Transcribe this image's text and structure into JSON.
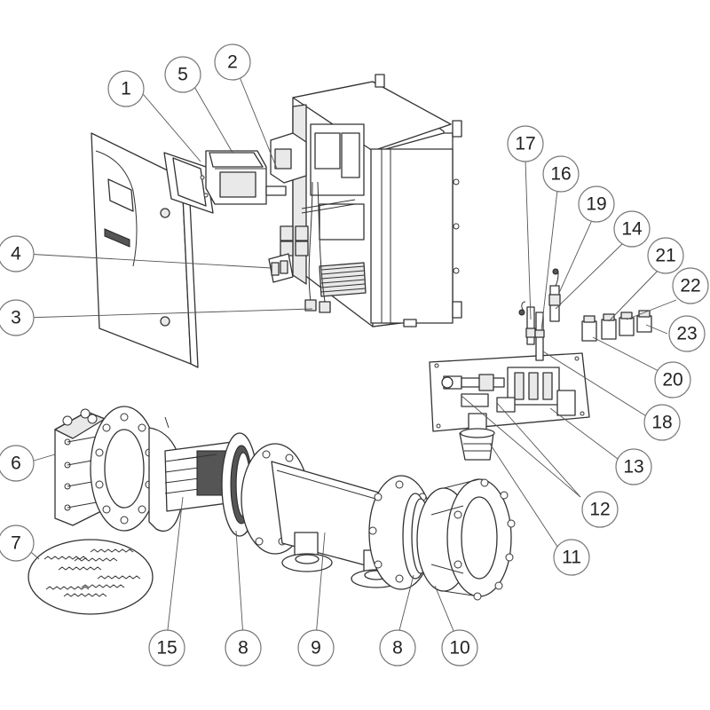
{
  "diagram": {
    "callouts": [
      {
        "id": "c1",
        "label": "1"
      },
      {
        "id": "c2",
        "label": "2"
      },
      {
        "id": "c3",
        "label": "3"
      },
      {
        "id": "c4",
        "label": "4"
      },
      {
        "id": "c5",
        "label": "5"
      },
      {
        "id": "c6",
        "label": "6"
      },
      {
        "id": "c7",
        "label": "7"
      },
      {
        "id": "c8a",
        "label": "8"
      },
      {
        "id": "c8b",
        "label": "8"
      },
      {
        "id": "c9",
        "label": "9"
      },
      {
        "id": "c10",
        "label": "10"
      },
      {
        "id": "c11",
        "label": "11"
      },
      {
        "id": "c12",
        "label": "12"
      },
      {
        "id": "c13",
        "label": "13"
      },
      {
        "id": "c14",
        "label": "14"
      },
      {
        "id": "c15",
        "label": "15"
      },
      {
        "id": "c16",
        "label": "16"
      },
      {
        "id": "c17",
        "label": "17"
      },
      {
        "id": "c18",
        "label": "18"
      },
      {
        "id": "c19",
        "label": "19"
      },
      {
        "id": "c20",
        "label": "20"
      },
      {
        "id": "c21",
        "label": "21"
      },
      {
        "id": "c22",
        "label": "22"
      },
      {
        "id": "c23",
        "label": "23"
      }
    ],
    "colors": {
      "line": "#333333",
      "fill": "#ffffff",
      "shade": "#e9e9e9",
      "callout_border": "#777777"
    }
  }
}
